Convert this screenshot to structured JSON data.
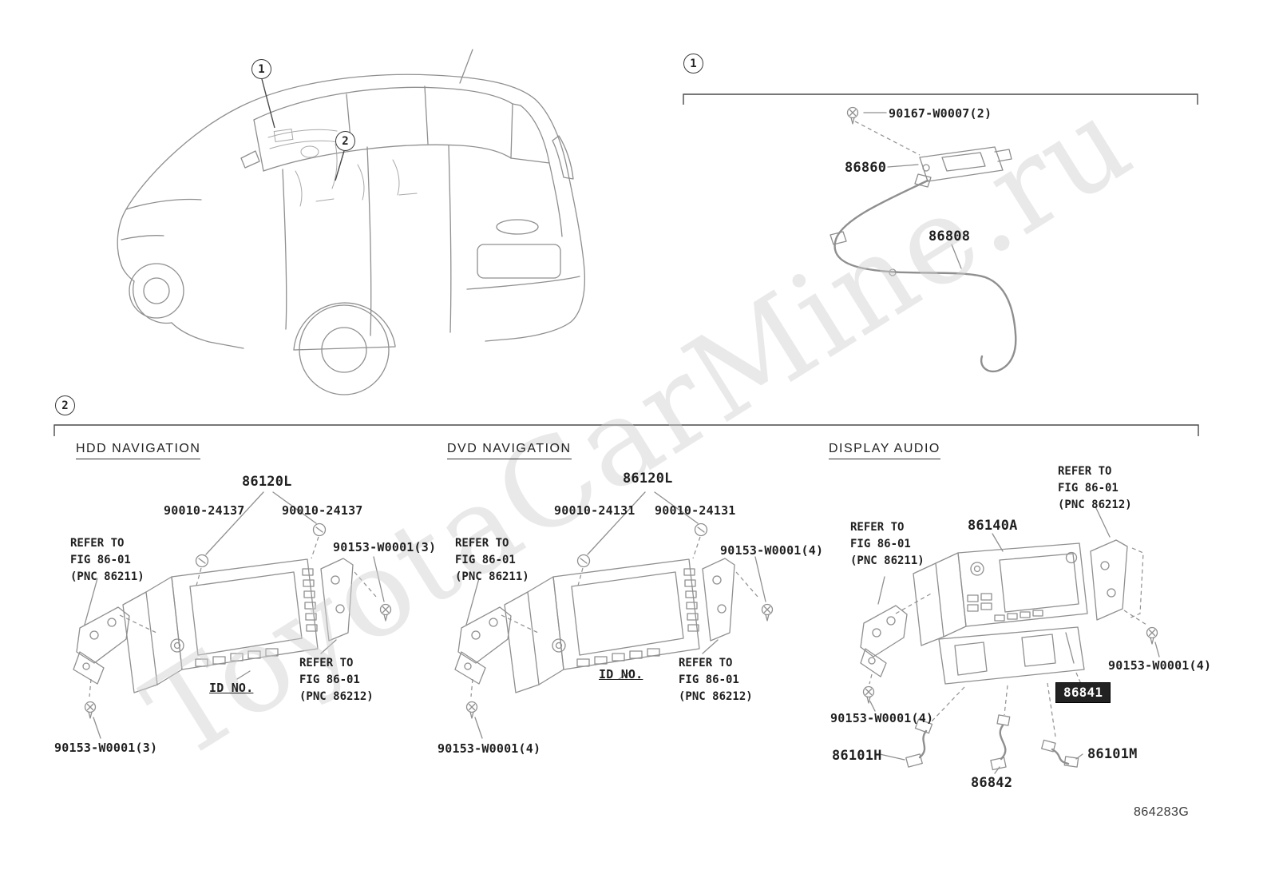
{
  "watermark": "ToyotaCarMine.ru",
  "diagram_code": "864283G",
  "callouts": {
    "c1": "1",
    "c2": "2"
  },
  "antenna": {
    "screw": "90167-W0007(2)",
    "amplifier": "86860",
    "cord": "86808"
  },
  "hdd": {
    "title": "HDD NAVIGATION",
    "unit": "86120L",
    "screw_left": "90010-24137",
    "screw_right": "90010-24137",
    "bolt_upper": "90153-W0001(3)",
    "refer_left": [
      "REFER TO",
      "FIG 86-01",
      "(PNC 86211)"
    ],
    "id_no": "ID NO.",
    "refer_lower": [
      "REFER TO",
      "FIG 86-01",
      "(PNC 86212)"
    ],
    "bolt_lower": "90153-W0001(3)"
  },
  "dvd": {
    "title": "DVD NAVIGATION",
    "unit": "86120L",
    "screw_left": "90010-24131",
    "screw_right": "90010-24131",
    "bolt_upper": "90153-W0001(4)",
    "refer_left": [
      "REFER TO",
      "FIG 86-01",
      "(PNC 86211)"
    ],
    "id_no": "ID NO.",
    "refer_lower": [
      "REFER TO",
      "FIG 86-01",
      "(PNC 86212)"
    ],
    "bolt_lower": "90153-W0001(4)"
  },
  "audio": {
    "title": "DISPLAY AUDIO",
    "refer_upper": [
      "REFER TO",
      "FIG 86-01",
      "(PNC 86212)"
    ],
    "unit": "86140A",
    "refer_left": [
      "REFER TO",
      "FIG 86-01",
      "(PNC 86211)"
    ],
    "bolt_right": "90153-W0001(4)",
    "highlight": "86841",
    "bolt_lower": "90153-W0001(4)",
    "cable_left": "86101H",
    "cable_mid": "86842",
    "cable_right": "86101M"
  }
}
